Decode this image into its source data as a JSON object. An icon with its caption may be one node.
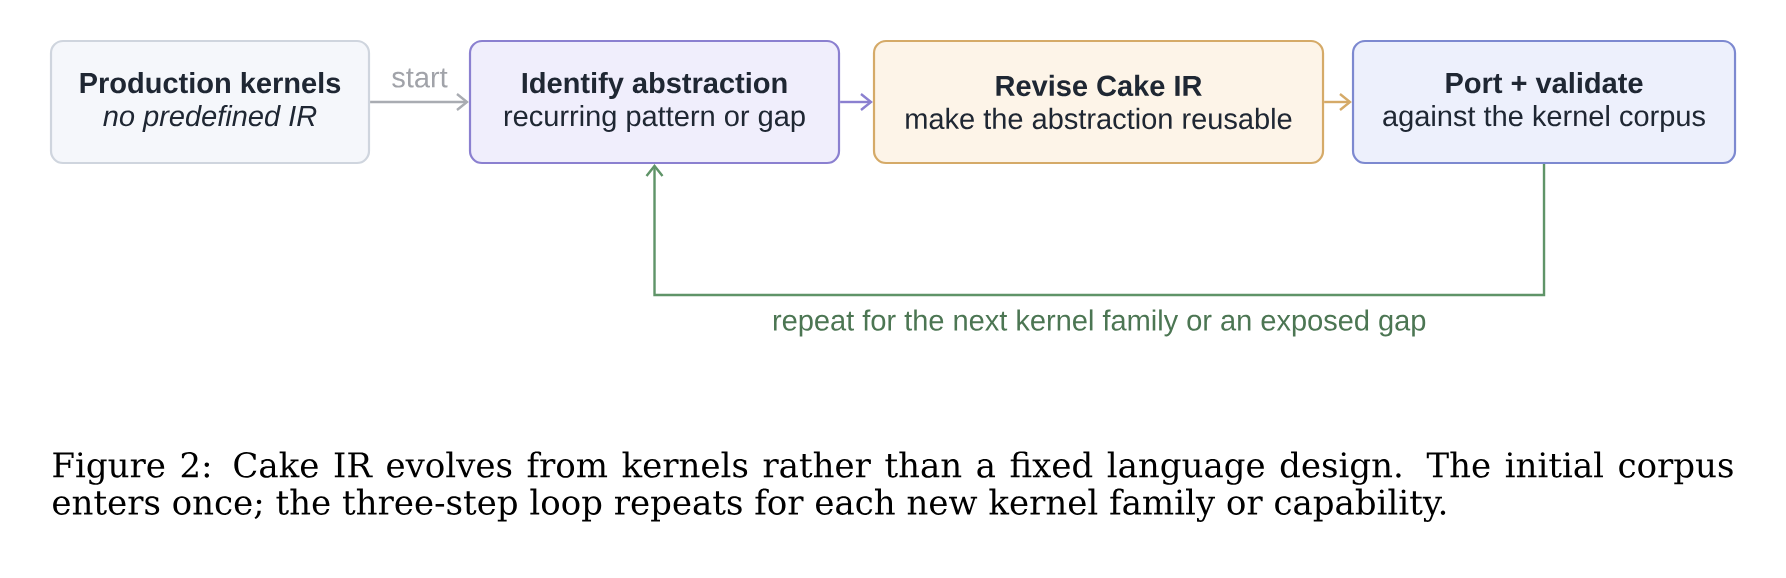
{
  "diagram": {
    "caption": "Figure 2: Cake IR evolves from kernels rather than a fixed language design. The initial corpus enters once; the three-step loop repeats for each new kernel family or capability.",
    "nodes": [
      {
        "text": [
          "Production kernels",
          "no predefined IR"
        ]
      },
      {
        "text": [
          "Identify abstraction",
          "recurring pattern or gap"
        ]
      },
      {
        "text": [
          "Revise Cake IR",
          "make the abstraction reusable"
        ]
      },
      {
        "text": [
          "Port + validate",
          "against the kernel corpus"
        ]
      }
    ],
    "edges": [
      {
        "from": 0,
        "to": 1,
        "arrow": "to",
        "label": "start",
        "color": "#a9acb2"
      },
      {
        "from": 1,
        "to": 2,
        "arrow": "to",
        "color": "#8b80d0"
      },
      {
        "from": 2,
        "to": 3,
        "arrow": "to",
        "color": "#d5aa68"
      },
      {
        "from": 3,
        "to": 1,
        "arrow": "to",
        "label": "repeat for the next kernel family or an exposed gap",
        "color": "#5f9468"
      }
    ]
  }
}
